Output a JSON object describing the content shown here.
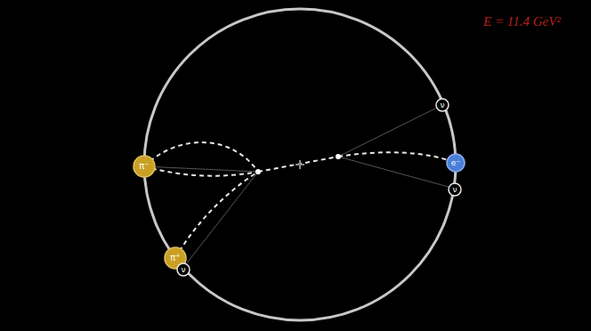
{
  "diagram": {
    "nodes": [
      {
        "text": [
          "π⁻"
        ]
      },
      {
        "text": [
          "π⁺"
        ]
      },
      {
        "text": [
          "ν"
        ]
      },
      {
        "text": [
          "ν"
        ]
      },
      {
        "text": [
          "e⁻"
        ]
      },
      {
        "text": [
          "ν"
        ]
      }
    ],
    "labels": [
      "E = 11.4 GeV²"
    ]
  }
}
